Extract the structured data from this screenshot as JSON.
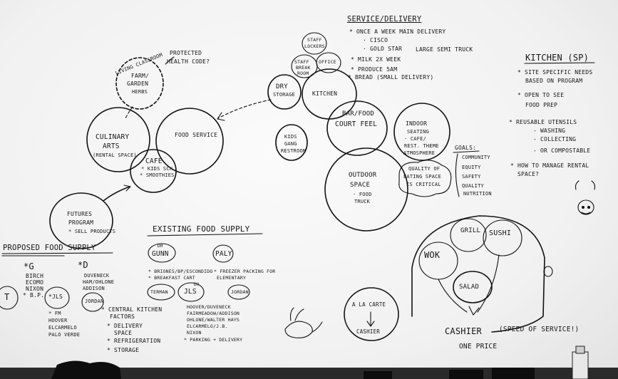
{
  "left": {
    "living_classroom": "Living Classroom",
    "farm": "Farm/",
    "garden": "Garden",
    "herbs": "Herbs",
    "protected": "Protected",
    "health_code": "Health code?",
    "culinary": "Culinary",
    "arts": "Arts",
    "rental_space": "(Rental space)",
    "food_service": "Food Service",
    "cafe": "Cafe",
    "kids_sch": "* Kids sch",
    "smoothies": "* Smoothies",
    "futures": "Futures",
    "program": "Program",
    "sell_products": "* Sell products"
  },
  "proposed": {
    "title": "Proposed Food Supply",
    "g": "*G",
    "g_list": [
      "Birch",
      "Ecomo",
      "Nixon",
      "* B.P."
    ],
    "d": "*D",
    "d_list": [
      "Duveneck",
      "Ham/Ohlone",
      "Addison"
    ],
    "t": "T",
    "jls": "*JLS",
    "jls_list": [
      "* FM",
      "Hoover",
      "Elcarmelo",
      "Palo Verde"
    ],
    "jordan": "Jordan"
  },
  "existing": {
    "title": "Existing Food Supply",
    "gunn_tag": "DH",
    "gunn": "Gunn",
    "paly": "Paly",
    "gunn_note": [
      "* Briones/BP/Escondido",
      "* Breakfast cart"
    ],
    "paly_note": [
      "* Freezer packing for",
      "Elementary"
    ],
    "terman": "Terman",
    "jls_tag": "DH",
    "jls": "JLS",
    "jordan": "Jordan",
    "jls_list": [
      "Hoover/Duveneck",
      "Fairmeadow/Addison",
      "Ohlone/Walter Hays",
      "Elcarmelo/J.B.",
      "Nixon",
      "* Parking + Delivery"
    ]
  },
  "factors": {
    "title": [
      "* Central Kitchen",
      "Factors"
    ],
    "items": [
      "* Delivery",
      "Space",
      "* Refrigeration",
      "* Storage"
    ]
  },
  "service": {
    "title": "Service/Delivery",
    "items": [
      "* Once a week main delivery",
      "· Cisco",
      "· Gold Star",
      "Large semi truck",
      "* Milk 2x week",
      "* Produce 5AM",
      "* Bread (small delivery)"
    ]
  },
  "center": {
    "staff_lockers": [
      "Staff",
      "Lockers"
    ],
    "staff_break": [
      "Staff",
      "Break",
      "Room"
    ],
    "office": "Office",
    "dry_storage": [
      "Dry",
      "Storage"
    ],
    "kitchen": "Kitchen",
    "bar_food": "Bar/Food",
    "court": "Court Feel",
    "kids": [
      "Kids",
      "Gang",
      "Restroom"
    ],
    "indoor": [
      "Indoor",
      "Seating",
      "· Cafe/",
      "Rest. Theme",
      "Atmosphere"
    ],
    "outdoor": [
      "Outdoor",
      "Space",
      "· Food",
      "Truck"
    ],
    "quality": [
      "Quality of",
      "Eating Space",
      "is critical"
    ]
  },
  "goals": {
    "title": "Goals:",
    "items": [
      "Community",
      "Equity",
      "Safety",
      "Quality",
      "Nutrition"
    ]
  },
  "kitchen_sp": {
    "title": "Kitchen (SP)",
    "items": [
      "* Site specific needs",
      "based on program",
      "* Open to see",
      "food prep",
      "* Reusable utensils",
      "- Washing",
      "- Collecting",
      "- or compostable",
      "* How to manage rental",
      "space?"
    ]
  },
  "servery": {
    "grill": "Grill",
    "sushi": "Sushi",
    "wok": "Wok",
    "salad": "Salad",
    "cashier": "Cashier",
    "speed": "(Speed of Service!)",
    "one_price": "One Price"
  },
  "alacarte": {
    "title": "A La Carte",
    "cashier": "Cashier"
  }
}
